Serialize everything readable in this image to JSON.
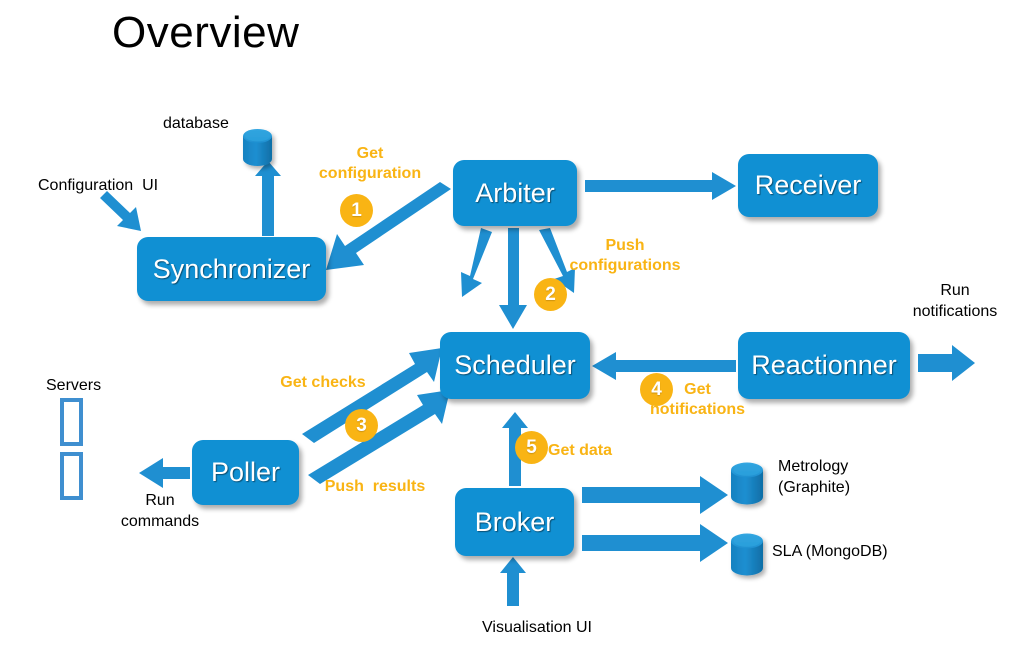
{
  "title": "Overview",
  "colors": {
    "node_fill": "#1090d3",
    "arrow": "#1f8fd1",
    "step_amber": "#f9b414",
    "cylinder_body": "#1f88c8",
    "cylinder_top": "#29a3e0",
    "text_black": "#000000",
    "node_text": "#ffffff",
    "background": "#ffffff"
  },
  "nodes": {
    "synchronizer": "Synchronizer",
    "arbiter": "Arbiter",
    "receiver": "Receiver",
    "scheduler": "Scheduler",
    "reactionner": "Reactionner",
    "poller": "Poller",
    "broker": "Broker"
  },
  "labels": {
    "database": "database",
    "configuration_ui": "Configuration  UI",
    "servers": "Servers",
    "run_commands": "Run\ncommands",
    "run_notifications": "Run\nnotifications",
    "metrology": "Metrology\n(Graphite)",
    "sla": "SLA (MongoDB)",
    "visualisation_ui": "Visualisation UI"
  },
  "steps": [
    {
      "number": "1",
      "label": "Get\nconfiguration",
      "from": "Arbiter",
      "to": "Synchronizer"
    },
    {
      "number": "2",
      "label": "Push\nconfigurations",
      "from": "Arbiter",
      "to": "Scheduler"
    },
    {
      "number": "3",
      "label_primary": "Get checks",
      "label_secondary": "Push  results",
      "from": "Poller",
      "to": "Scheduler"
    },
    {
      "number": "4",
      "label": "Get\nnotifications",
      "from": "Reactionner",
      "to": "Scheduler"
    },
    {
      "number": "5",
      "label": "Get data",
      "from": "Broker",
      "to": "Scheduler"
    }
  ],
  "step_labels": {
    "get_configuration": "Get\nconfiguration",
    "push_configurations": "Push\nconfigurations",
    "get_checks": "Get checks",
    "push_results": "Push  results",
    "get_notifications": "Get\nnotifications",
    "get_data": "Get data"
  },
  "databases": [
    {
      "name": "database",
      "position": "top"
    },
    {
      "name": "Metrology (Graphite)",
      "position": "right-middle"
    },
    {
      "name": "SLA (MongoDB)",
      "position": "right-bottom"
    }
  ],
  "flows": [
    {
      "name": "configuration-ui-to-synchronizer",
      "style": "thick-diagonal-arrow"
    },
    {
      "name": "synchronizer-to-database",
      "style": "thick-up-arrow"
    },
    {
      "name": "arbiter-to-synchronizer",
      "style": "thick-diagonal-arrow"
    },
    {
      "name": "arbiter-to-receiver",
      "style": "thin-right-arrow"
    },
    {
      "name": "arbiter-fan-left",
      "style": "thick-diagonal-arrow"
    },
    {
      "name": "arbiter-to-scheduler",
      "style": "thick-down-arrow"
    },
    {
      "name": "arbiter-fan-right",
      "style": "thick-diagonal-arrow"
    },
    {
      "name": "reactionner-to-scheduler",
      "style": "thin-left-arrow"
    },
    {
      "name": "reactionner-run-notifications",
      "style": "thick-right-arrow"
    },
    {
      "name": "poller-get-checks",
      "style": "thick-diagonal-arrow"
    },
    {
      "name": "poller-push-results",
      "style": "thick-diagonal-arrow"
    },
    {
      "name": "poller-to-servers",
      "style": "thick-left-arrow"
    },
    {
      "name": "broker-to-scheduler",
      "style": "thick-up-arrow"
    },
    {
      "name": "broker-to-metrology",
      "style": "thick-right-arrow"
    },
    {
      "name": "broker-to-sla",
      "style": "thick-right-arrow"
    },
    {
      "name": "visualisation-ui-to-broker",
      "style": "thick-up-arrow"
    }
  ]
}
